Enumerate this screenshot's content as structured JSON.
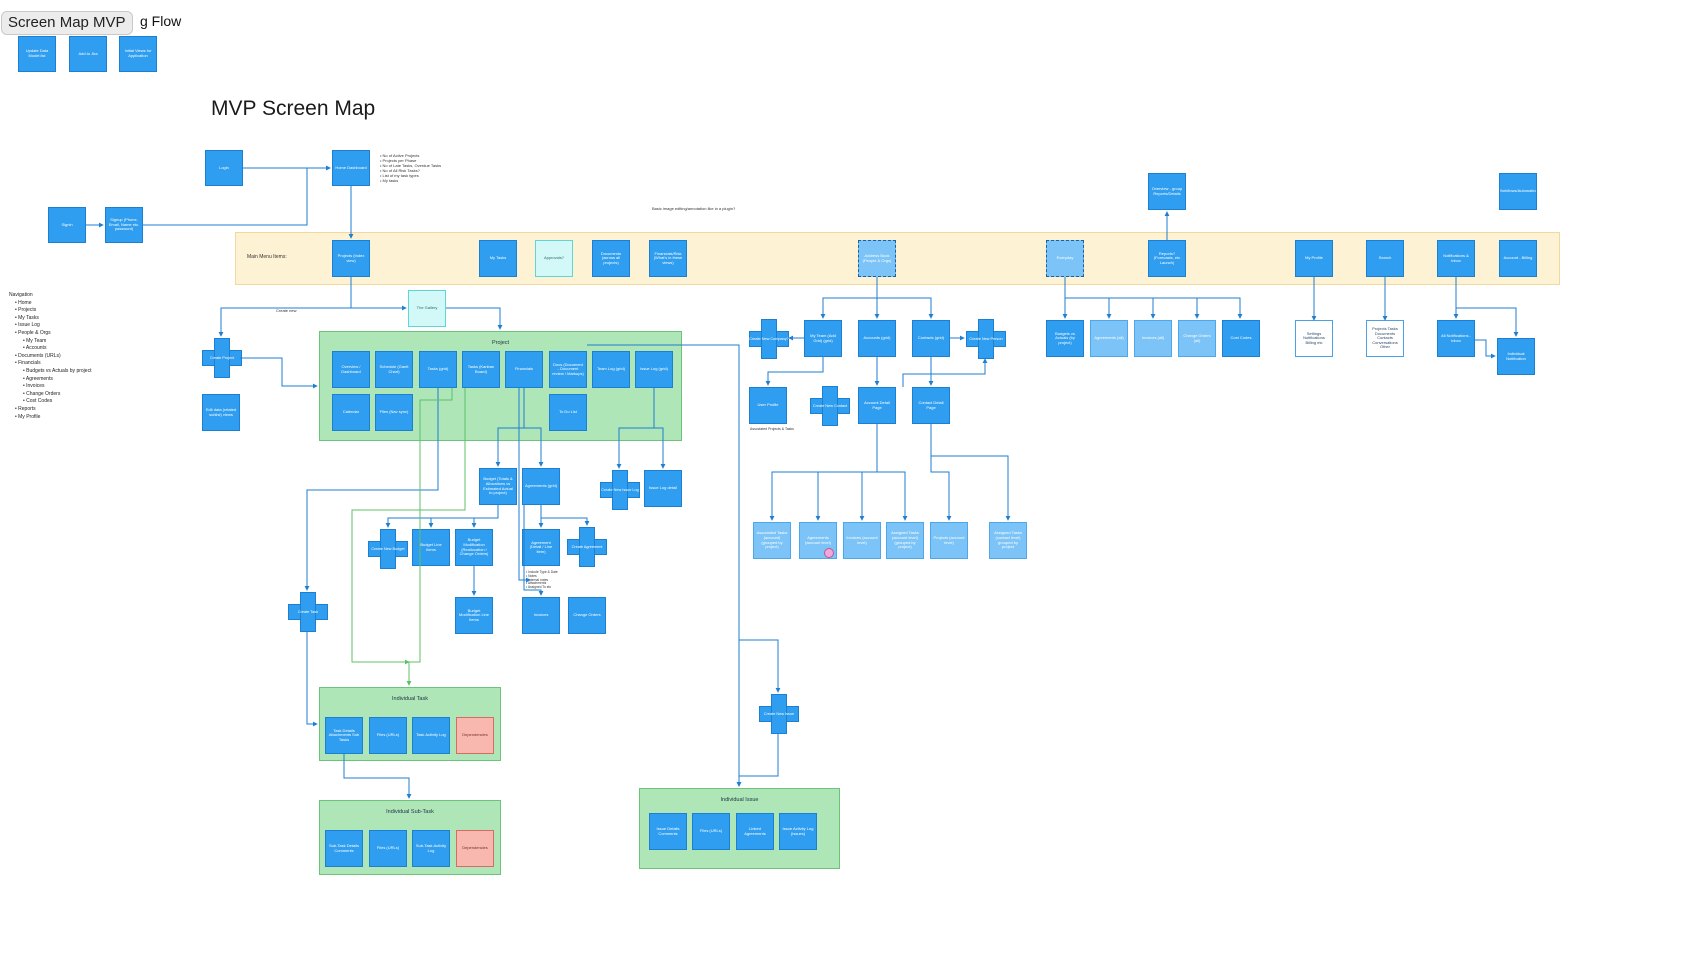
{
  "header": {
    "title_chip": "Screen Map MVP",
    "flow_fragment": "g Flow",
    "main_title": "MVP Screen Map"
  },
  "nav_list": {
    "heading": "Navigation",
    "items": [
      {
        "text": "Home",
        "level": 1
      },
      {
        "text": "Projects",
        "level": 1
      },
      {
        "text": "My Tasks",
        "level": 1
      },
      {
        "text": "Issue Log",
        "level": 1
      },
      {
        "text": "People & Orgs",
        "level": 1
      },
      {
        "text": "My Team",
        "level": 2
      },
      {
        "text": "Accounts",
        "level": 2
      },
      {
        "text": "Documents (URLs)",
        "level": 1
      },
      {
        "text": "Financials",
        "level": 1
      },
      {
        "text": "Budgets vs Actuals by project",
        "level": 2
      },
      {
        "text": "Agreements",
        "level": 2
      },
      {
        "text": "Invoices",
        "level": 2
      },
      {
        "text": "Change Orders",
        "level": 2
      },
      {
        "text": "Cost Codes",
        "level": 2
      },
      {
        "text": "Reports",
        "level": 1
      },
      {
        "text": "My Profile",
        "level": 1
      }
    ]
  },
  "notes": {
    "dashboard_bullets": [
      "No of Active Projects",
      "Projects per Phase",
      "No of Late Tasks, Overdue Tasks",
      "No of All Risk Tasks?",
      "List of my task types",
      "My tasks"
    ],
    "image_question": "Basic image editing/annotation like in a plugin?",
    "create_new": "Create new",
    "associated": "Associated Projects & Tasks",
    "issue_bullets": [
      "Include Type & Date",
      "Notes",
      "Internal notes",
      "Attachments",
      "Assigned To etc"
    ]
  },
  "band": {
    "label": "Main Menu Items:"
  },
  "nodes": {
    "legend_a": "Update Data Model list",
    "legend_b": "Add to Jira",
    "legend_c": "Initial Views for Application",
    "login": "Login",
    "signin": "Signin",
    "signup": "Signup (Phone, Email, Name etc. password)",
    "home_dashboard": "Home Dashboard",
    "projects_list": "Projects (Index view)",
    "my_tasks": "My Tasks",
    "approvals": "Approvals?",
    "documents": "Documents (across all projects)",
    "financials": "Financials/Risk (What's in these views)",
    "people": "Address Book (People & Orgs)",
    "everyday": "Everyday",
    "reports_menu": "Reports? (Forecasts, etc Launch)",
    "reports_top": "Overview - group Reports/Details",
    "my_profile": "My Profile",
    "search": "Search",
    "notifications": "Notifications & Inbox",
    "account": "Account - Billing",
    "workflow_top": "Workflows/Automation",
    "settings_box": "Settings Notifications Billing etc",
    "search_box": "Projects Tasks Documents Contacts Conversations Other",
    "notif_detail": "All Notifications - Inbox",
    "indiv_notif": "Individual Notification",
    "budgets_actuals": "Budgets vs Actuals (by project)",
    "agreements_all": "Agreements (all)",
    "invoices_all": "Invoices (all)",
    "change_orders_all": "Change Orders (all)",
    "cost_codes": "Cost Codes",
    "the_gallery": "The Gallery",
    "create_project": "Create Project",
    "edit_data": "Edit data (related sublist) views",
    "proj_overview": "Overview / Dashboard",
    "proj_schedule": "Schedule (Gantt Chart)",
    "proj_tasks": "Tasks (grid)",
    "proj_kanban": "Tasks (Kanban Board)",
    "proj_financials": "Financials",
    "proj_docs": "Docs (Document - Document review / Markups)",
    "proj_team": "Team Log (grid)",
    "proj_issues": "Issue Log (grid)",
    "proj_calendar": "Calendar",
    "proj_files": "Files (Nav sync)",
    "proj_todo": "To Do List",
    "budget_overview": "Budget (Totals & Allocations vs Estimated Actual to project)",
    "agreements_grid": "Agreements (grid)",
    "create_issue": "Create New Issue Log",
    "issue_log_detail": "Issue Log detail",
    "create_budget": "Create New Budget",
    "budget_line_items": "Budget Line Items",
    "budget_modif": "Budget Modification (Reallocation / Change Orders)",
    "budget_modif_detail": "Budget Modification Line Items",
    "agreement_detail": "Agreement (Detail / Line Item)",
    "create_agreement": "Create Agreement",
    "invoices": "Invoices",
    "change_orders": "Change Orders",
    "create_task": "Create Task",
    "create_new_issue": "Create New Issue",
    "people_detail": "My Team (Add Grid) (grid)",
    "accounts_grid": "Accounts (grid)",
    "contacts_grid": "Contacts (grid)",
    "create_company": "Create New Company?",
    "create_person": "Create New Person",
    "user_profile": "User Profile",
    "create_contact": "Create New Contact",
    "account_detail": "Account Detail Page",
    "contact_detail": "Contact Detail Page",
    "associated_tasks": "Associated Tasks (account) (grouped by project)",
    "assoc_invoices": "Invoices (account level)",
    "assoc_agreements": "Agreements (account level)",
    "assoc_tasks_proj": "Assigned Tasks (account level) (grouped by project)",
    "projects_acct": "Projects (account level)",
    "assoc_tasks_contact": "Assigned Tasks (contact level) grouped by project",
    "task_details": "Task Details Attachments Sub Tasks",
    "task_files": "Files (URLs)",
    "task_activity": "Task Activity Log",
    "task_dependencies": "Dependencies",
    "subtask_details": "Sub-Task Details Comments",
    "subtask_files": "Files (URLs)",
    "subtask_activity": "Sub-Task Activity Log",
    "subtask_dependencies": "Dependencies",
    "issue_details": "Issue Details Comments",
    "issue_files": "Files (URLs)",
    "issue_agreements": "Linked Agreements",
    "issue_activity": "Issue Activity Log (Issues)"
  },
  "groups": {
    "project": "Project",
    "individual_task": "Individual Task",
    "individual_subtask": "Individual Sub-Task",
    "individual_issue": "Individual Issue"
  }
}
